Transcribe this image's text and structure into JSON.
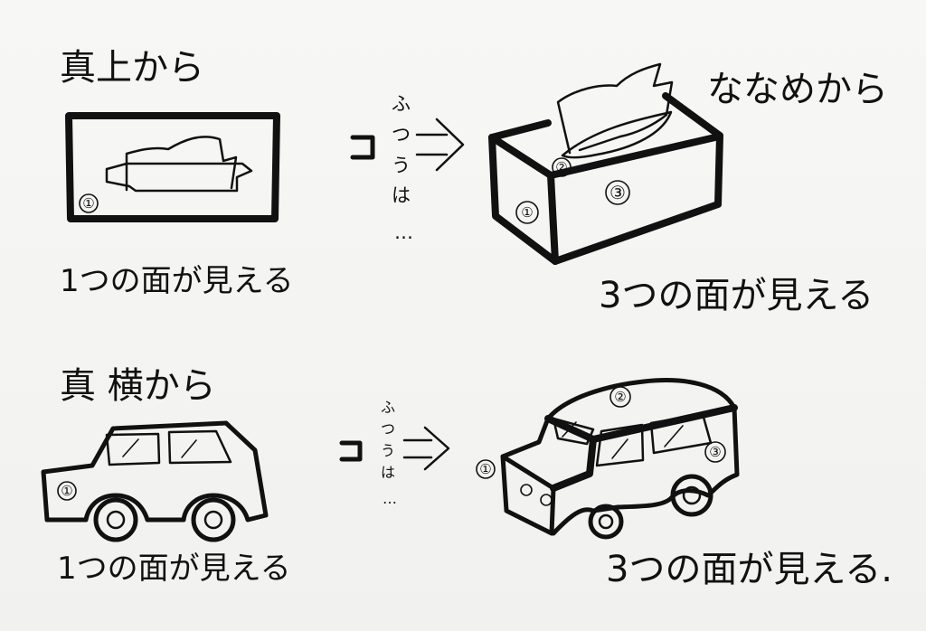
{
  "tissue_section": {
    "top_view": {
      "heading": "真上から",
      "face_label": "①",
      "caption": "1つの面が見える"
    },
    "arrow_text": [
      "ふ",
      "つ",
      "う",
      "は",
      "…"
    ],
    "angle_view": {
      "heading": "ななめから",
      "face_labels": [
        "①",
        "②",
        "③"
      ],
      "caption": "3つの面が見える"
    }
  },
  "car_section": {
    "side_view": {
      "heading": "真 横から",
      "face_label": "①",
      "caption": "1つの面が見える"
    },
    "arrow_text": [
      "ふ",
      "つ",
      "う",
      "は",
      "…"
    ],
    "angle_view": {
      "face_labels": [
        "①",
        "②",
        "③"
      ],
      "caption": "3つの面が見える."
    }
  }
}
